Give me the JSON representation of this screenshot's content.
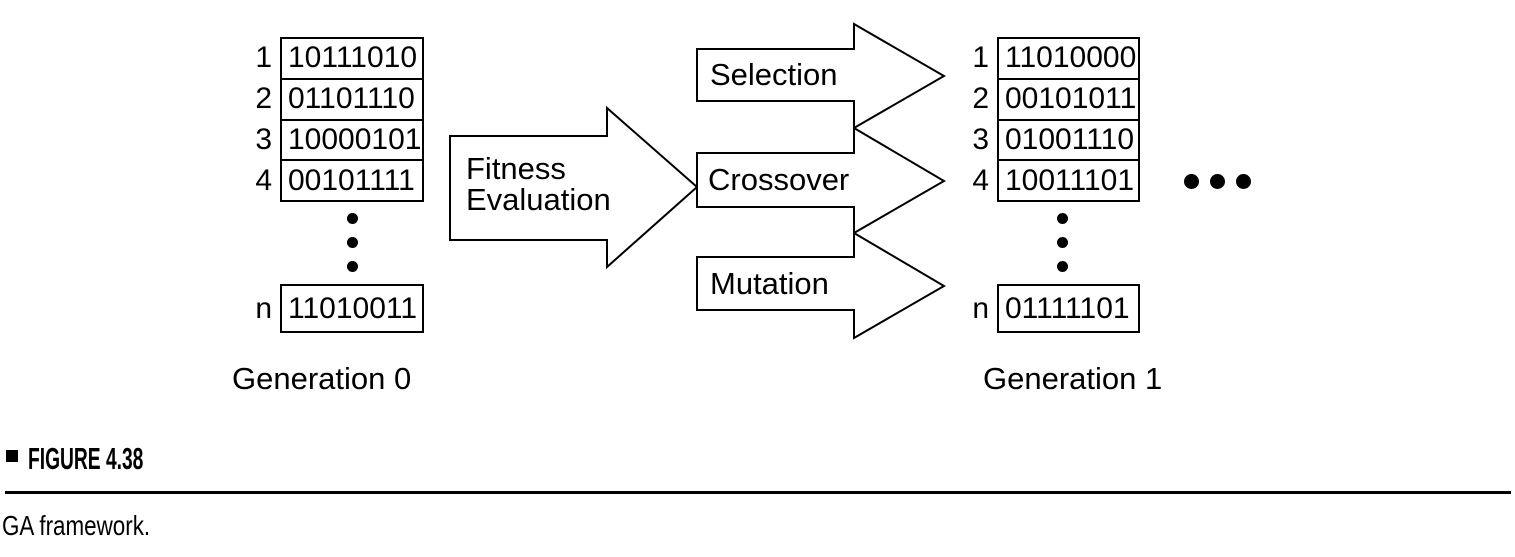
{
  "figure": {
    "generation0": {
      "label": "Generation 0",
      "rows": [
        {
          "index": "1",
          "bits": "10111010"
        },
        {
          "index": "2",
          "bits": "01101110"
        },
        {
          "index": "3",
          "bits": "10000101"
        },
        {
          "index": "4",
          "bits": "00101111"
        }
      ],
      "last_row": {
        "index": "n",
        "bits": "11010011"
      }
    },
    "generation1": {
      "label": "Generation 1",
      "rows": [
        {
          "index": "1",
          "bits": "11010000"
        },
        {
          "index": "2",
          "bits": "00101011"
        },
        {
          "index": "3",
          "bits": "01001110"
        },
        {
          "index": "4",
          "bits": "10011101"
        }
      ],
      "last_row": {
        "index": "n",
        "bits": "01111101"
      }
    },
    "arrows": {
      "fitness": {
        "line1": "Fitness",
        "line2": "Evaluation"
      },
      "operators": [
        "Selection",
        "Crossover",
        "Mutation"
      ]
    }
  },
  "caption": {
    "figure_label": "FIGURE 4.38",
    "text": "GA framework."
  },
  "colors": {
    "ink": "#000000",
    "background": "#ffffff"
  }
}
